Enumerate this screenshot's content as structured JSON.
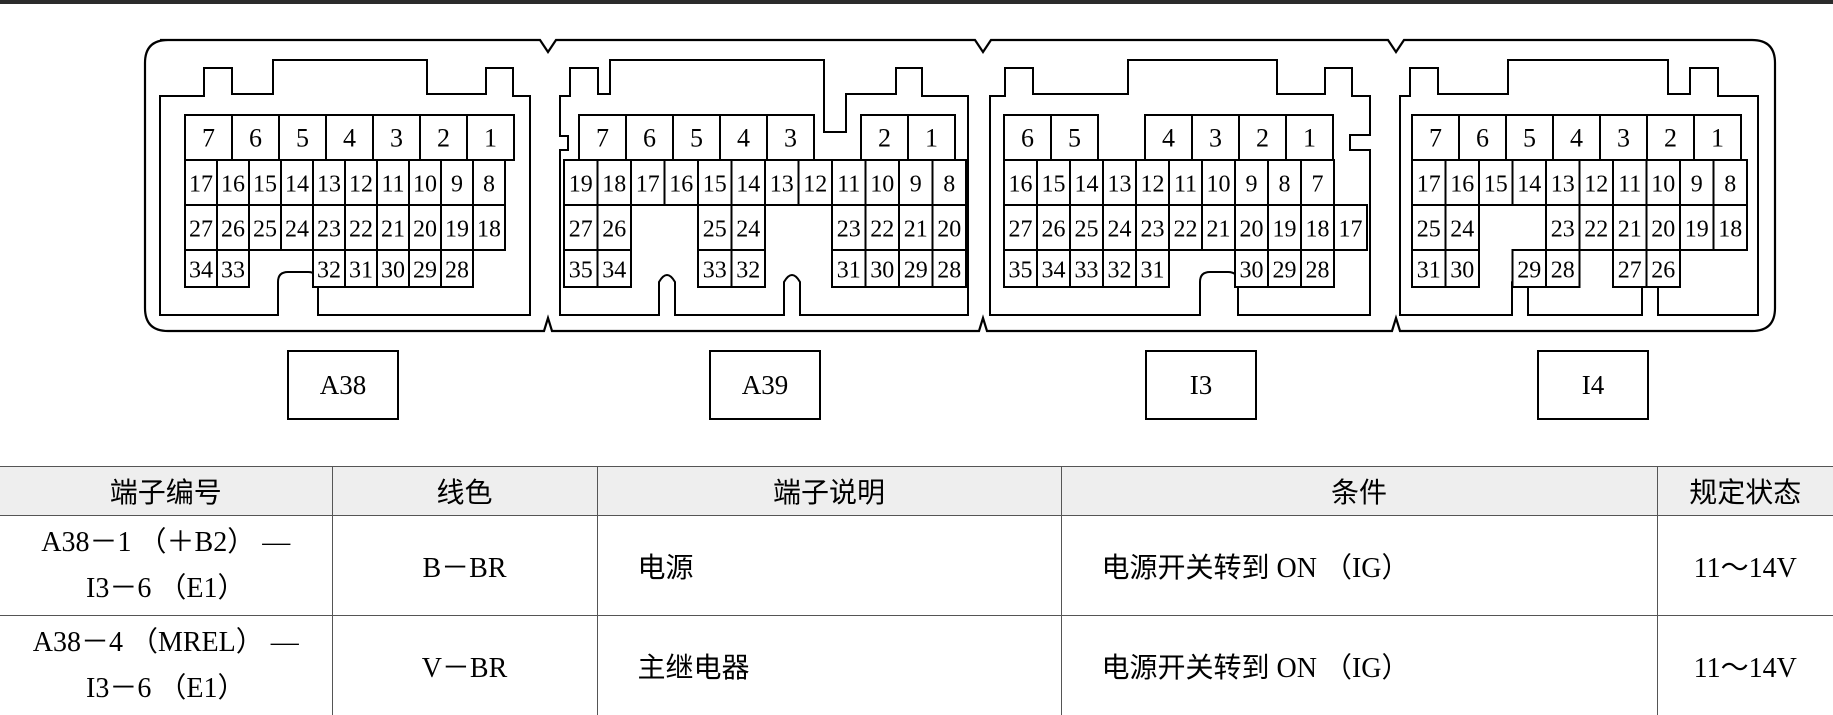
{
  "connectors": [
    {
      "label": "A38",
      "rows": [
        [
          "7",
          "6",
          "5",
          "4",
          "3",
          "2",
          "1"
        ],
        [
          "17",
          "16",
          "15",
          "14",
          "13",
          "12",
          "11",
          "10",
          "9",
          "8"
        ],
        [
          "27",
          "26",
          "25",
          "24",
          "23",
          "22",
          "21",
          "20",
          "19",
          "18"
        ],
        [
          "34",
          "33",
          "",
          "",
          "32",
          "31",
          "30",
          "29",
          "28"
        ]
      ]
    },
    {
      "label": "A39",
      "rows": [
        [
          "7",
          "6",
          "5",
          "4",
          "3",
          "",
          "2",
          "1"
        ],
        [
          "19",
          "18",
          "17",
          "16",
          "15",
          "14",
          "13",
          "12",
          "11",
          "10",
          "9",
          "8"
        ],
        [
          "27",
          "26",
          "",
          "",
          "25",
          "24",
          "",
          "",
          "23",
          "22",
          "21",
          "20"
        ],
        [
          "35",
          "34",
          "",
          "",
          "33",
          "32",
          "",
          "",
          "31",
          "30",
          "29",
          "28"
        ]
      ]
    },
    {
      "label": "I3",
      "rows": [
        [
          "6",
          "5",
          "",
          "4",
          "3",
          "2",
          "1"
        ],
        [
          "16",
          "15",
          "14",
          "13",
          "12",
          "11",
          "10",
          "9",
          "8",
          "7"
        ],
        [
          "27",
          "26",
          "25",
          "24",
          "23",
          "22",
          "21",
          "20",
          "19",
          "18",
          "17"
        ],
        [
          "35",
          "34",
          "33",
          "32",
          "31",
          "",
          "",
          "30",
          "29",
          "28"
        ]
      ]
    },
    {
      "label": "I4",
      "rows": [
        [
          "7",
          "6",
          "5",
          "4",
          "3",
          "2",
          "1"
        ],
        [
          "17",
          "16",
          "15",
          "14",
          "13",
          "12",
          "11",
          "10",
          "9",
          "8"
        ],
        [
          "25",
          "24",
          "",
          "",
          "23",
          "22",
          "21",
          "20",
          "19",
          "18"
        ],
        [
          "31",
          "30",
          "",
          "29",
          "28",
          "",
          "27",
          "26"
        ]
      ]
    }
  ],
  "table": {
    "headers": [
      "端子编号",
      "线色",
      "端子说明",
      "条件",
      "规定状态"
    ],
    "rows": [
      {
        "terminal_line1": "A38－1 （＋B2） —",
        "terminal_line2": "I3－6 （E1）",
        "wire_color": "B－BR",
        "description": "电源",
        "condition": "电源开关转到 ON （IG）",
        "spec": "11～14V"
      },
      {
        "terminal_line1": "A38－4 （MREL） —",
        "terminal_line2": "I3－6 （E1）",
        "wire_color": "V－BR",
        "description": "主继电器",
        "condition": "电源开关转到 ON （IG）",
        "spec": "11～14V"
      }
    ]
  }
}
